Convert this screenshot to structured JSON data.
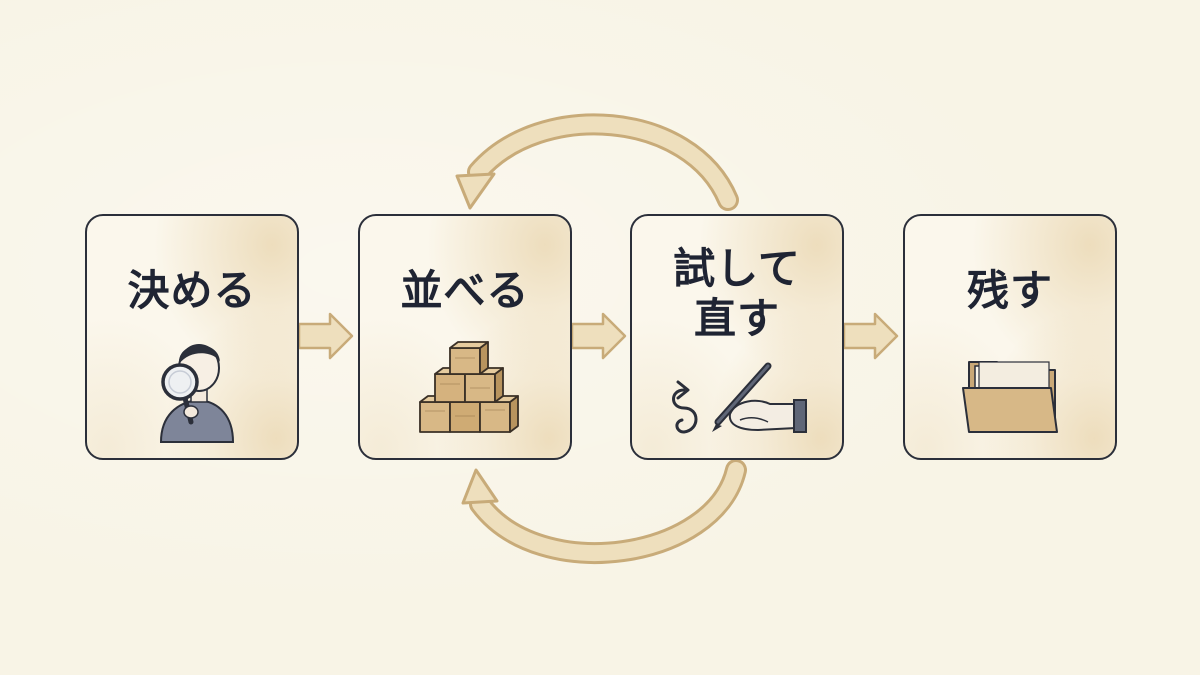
{
  "steps": [
    {
      "label": "決める",
      "icon": "person-with-magnifier-icon"
    },
    {
      "label": "並べる",
      "icon": "stacked-blocks-icon"
    },
    {
      "label_lines": [
        "試して",
        "直す"
      ],
      "icon": "hand-writing-with-pen-icon"
    },
    {
      "label": "残す",
      "icon": "folder-icon"
    }
  ],
  "arrows": {
    "forward": [
      "step-1-to-2",
      "step-2-to-3",
      "step-3-to-4"
    ],
    "loops": [
      "loop-top-3-to-2",
      "loop-bottom-3-to-2"
    ]
  },
  "colors": {
    "background": "#f8f4e6",
    "card_border": "#2b2f3a",
    "card_fill": "#fbf7ec",
    "arrow_fill": "#eedfbd",
    "arrow_stroke": "#c8ab79",
    "text": "#1f2433"
  }
}
